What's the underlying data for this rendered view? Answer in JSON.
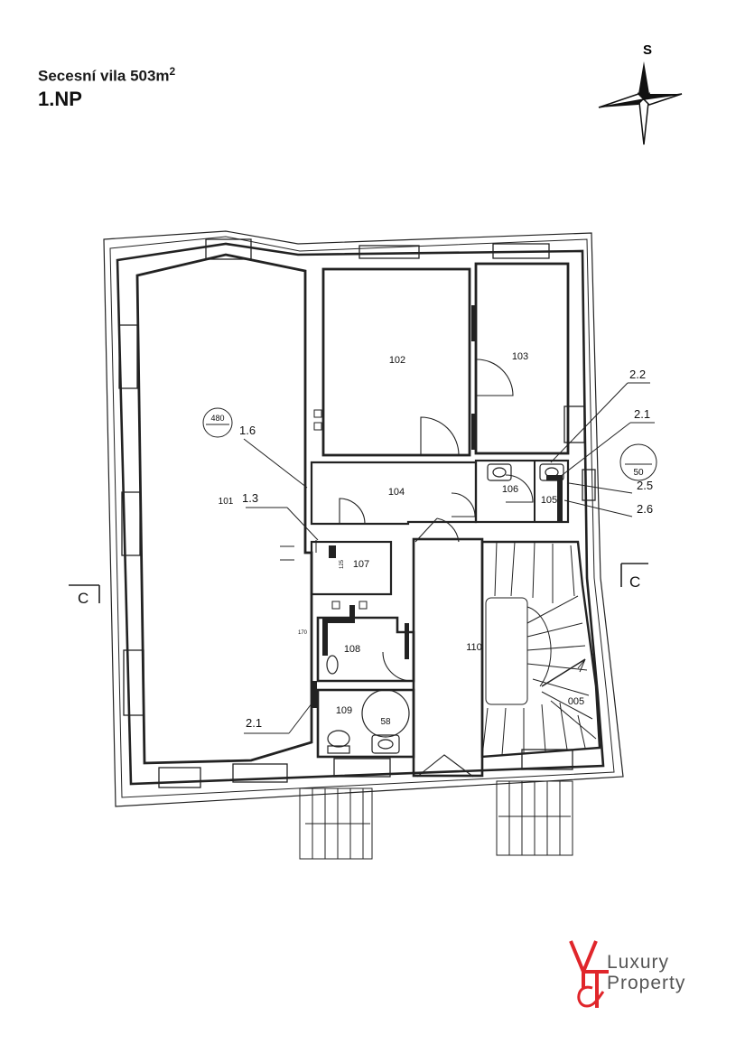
{
  "header": {
    "title_prefix": "Secesní vila 503m",
    "title_sup": "2",
    "floor": "1.NP"
  },
  "compass": {
    "label": "S"
  },
  "plan": {
    "rooms": {
      "r101": "101",
      "r102": "102",
      "r103": "103",
      "r104": "104",
      "r105": "105",
      "r106": "106",
      "r107": "107",
      "r108": "108",
      "r109": "109",
      "r110": "110",
      "r005": "005"
    },
    "markers": {
      "m16": "1.6",
      "m13": "1.3",
      "m22": "2.2",
      "m21a": "2.1",
      "m25": "2.5",
      "m26": "2.6",
      "m21b": "2.1"
    },
    "circles": {
      "c480": "480",
      "c50": "50",
      "c58": "58"
    },
    "section": {
      "left": "C",
      "right": "C"
    },
    "dims": {
      "d170": "170",
      "d125": "125"
    }
  },
  "brand": {
    "logo_letters": "Y&T",
    "line1": "Luxury",
    "line2": "Property",
    "color": "#e0262b"
  }
}
